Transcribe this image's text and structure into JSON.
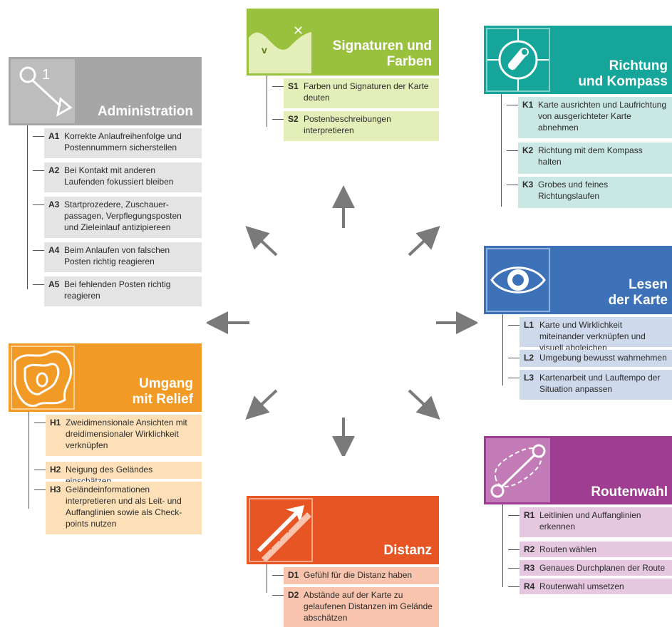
{
  "colors": {
    "administration": "#a6a6a6",
    "signaturen": "#99c13d",
    "richtung": "#16a59a",
    "lesen": "#3e72b8",
    "umgang": "#f29a26",
    "distanz": "#e65523",
    "routenwahl": "#9f3d92",
    "arrow": "#7a7a7a"
  },
  "sections": {
    "administration": {
      "icon": "course-diagram-icon",
      "title_lines": [
        "Administration"
      ],
      "items": [
        {
          "code": "A1",
          "text": "Korrekte Anlaufreihenfolge und Postennummern sicherstellen"
        },
        {
          "code": "A2",
          "text": "Bei Kontakt mit anderen Laufenden fokussiert bleiben"
        },
        {
          "code": "A3",
          "text": "Startprozedere, Zuschauer-passagen, Verpflegungsposten und Zieleinlauf antizipiereen"
        },
        {
          "code": "A4",
          "text": "Beim Anlaufen von falschen Posten richtig reagieren"
        },
        {
          "code": "A5",
          "text": "Bei fehlenden Posten richtig reagieren"
        }
      ]
    },
    "signaturen": {
      "icon": "map-symbol-icon",
      "icon_glyph_v": "v",
      "icon_glyph_x": "✕",
      "title_lines": [
        "Signaturen und",
        "Farben"
      ],
      "items": [
        {
          "code": "S1",
          "text": "Farben und Signaturen der Karte deuten"
        },
        {
          "code": "S2",
          "text": "Postenbeschreibungen interpretieren"
        }
      ]
    },
    "richtung": {
      "icon": "compass-icon",
      "title_lines": [
        "Richtung",
        "und Kompass"
      ],
      "items": [
        {
          "code": "K1",
          "text": "Karte ausrichten und Laufrichtung von ausgerichteter Karte abnehmen"
        },
        {
          "code": "K2",
          "text": "Richtung mit dem Kompass halten"
        },
        {
          "code": "K3",
          "text": "Grobes und feines Richtungslaufen"
        }
      ]
    },
    "lesen": {
      "icon": "eye-icon",
      "title_lines": [
        "Lesen",
        "der Karte"
      ],
      "items": [
        {
          "code": "L1",
          "text": "Karte und Wirklichkeit miteinander verknüpfen und visuell abgleichen"
        },
        {
          "code": "L2",
          "text": "Umgebung bewusst wahrnehmen"
        },
        {
          "code": "L3",
          "text": "Kartenarbeit und Lauftempo der Situation anpassen"
        }
      ]
    },
    "umgang": {
      "icon": "contour-lines-icon",
      "title_lines": [
        "Umgang",
        "mit Relief"
      ],
      "items": [
        {
          "code": "H1",
          "text": "Zweidimensionale Ansichten mit dreidimensionaler Wirklichkeit verknüpfen"
        },
        {
          "code": "H2",
          "text": "Neigung des Geländes einschätzen"
        },
        {
          "code": "H3",
          "text": "Geländeinformationen interpretieren und als Leit- und Auffanglinien sowie als Check-points nutzen"
        }
      ]
    },
    "distanz": {
      "icon": "ruler-arrow-icon",
      "title_lines": [
        "Distanz"
      ],
      "items": [
        {
          "code": "D1",
          "text": "Gefühl für die Distanz haben"
        },
        {
          "code": "D2",
          "text": "Abstände auf der Karte zu gelaufenen Distanzen im Gelände abschätzen"
        }
      ]
    },
    "routenwahl": {
      "icon": "route-icon",
      "title_lines": [
        "Routenwahl"
      ],
      "items": [
        {
          "code": "R1",
          "text": "Leitlinien und Auffanglinien erkennen"
        },
        {
          "code": "R2",
          "text": "Routen wählen"
        },
        {
          "code": "R3",
          "text": "Genaues Durchplanen der Route"
        },
        {
          "code": "R4",
          "text": "Routenwahl umsetzen"
        }
      ]
    }
  }
}
